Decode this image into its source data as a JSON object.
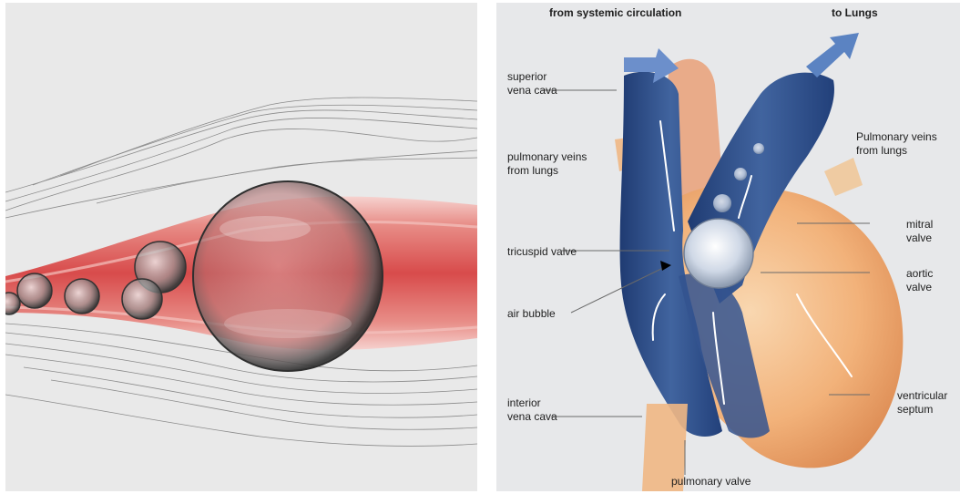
{
  "figure": {
    "left_panel": {
      "subject": "vessel-with-air-bubbles"
    },
    "right_panel": {
      "labels": {
        "from_systemic": "from systemic circulation",
        "to_lungs": "to Lungs",
        "superior_vena_cava": "superior\nvena cava",
        "pulmonary_veins_left": "pulmonary veins\nfrom lungs",
        "pulmonary_veins_right": "Pulmonary veins\nfrom lungs",
        "tricuspid_valve": "tricuspid valve",
        "mitral_valve": "mitral\nvalve",
        "aortic_valve": "aortic\nvalve",
        "air_bubble": "air bubble",
        "interior_vena_cava": "interior\nvena cava",
        "ventricular_septum": "ventricular\nseptum",
        "pulmonary_valve": "pulmonary valve"
      },
      "colors": {
        "vein_blue": "#2f4f8c",
        "heart_orange": "#f2b27a",
        "arrow_blue": "#5b83c2"
      }
    }
  }
}
